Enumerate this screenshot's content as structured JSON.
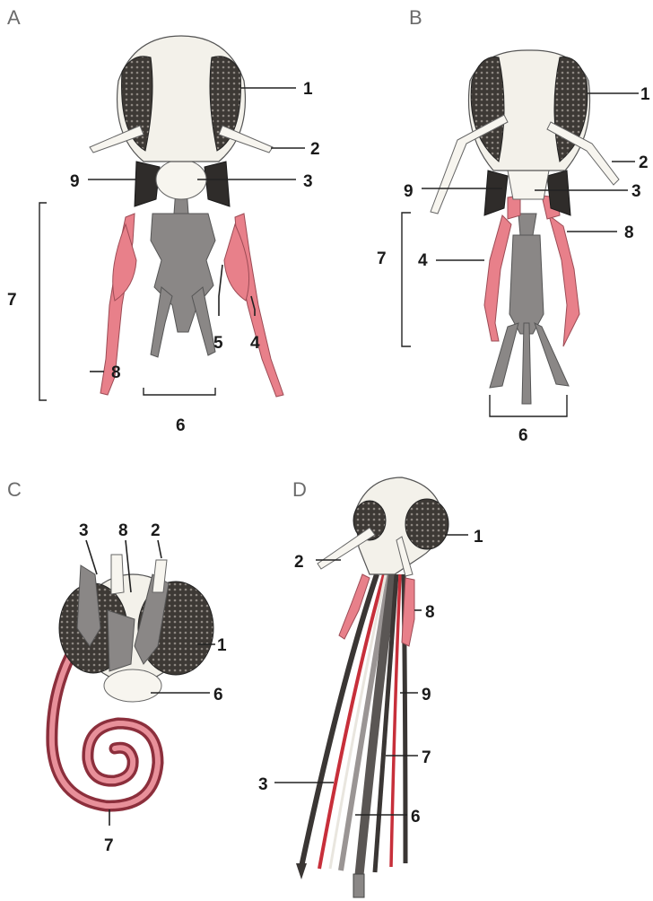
{
  "panels": [
    {
      "letter": "A",
      "labels": [
        "1",
        "2",
        "3",
        "9",
        "7",
        "5",
        "4",
        "8",
        "6"
      ]
    },
    {
      "letter": "B",
      "labels": [
        "1",
        "2",
        "9",
        "3",
        "8",
        "7",
        "4",
        "6"
      ]
    },
    {
      "letter": "C",
      "labels": [
        "3",
        "8",
        "2",
        "1",
        "6",
        "7"
      ]
    },
    {
      "letter": "D",
      "labels": [
        "1",
        "2",
        "8",
        "9",
        "7",
        "3",
        "6"
      ]
    }
  ]
}
